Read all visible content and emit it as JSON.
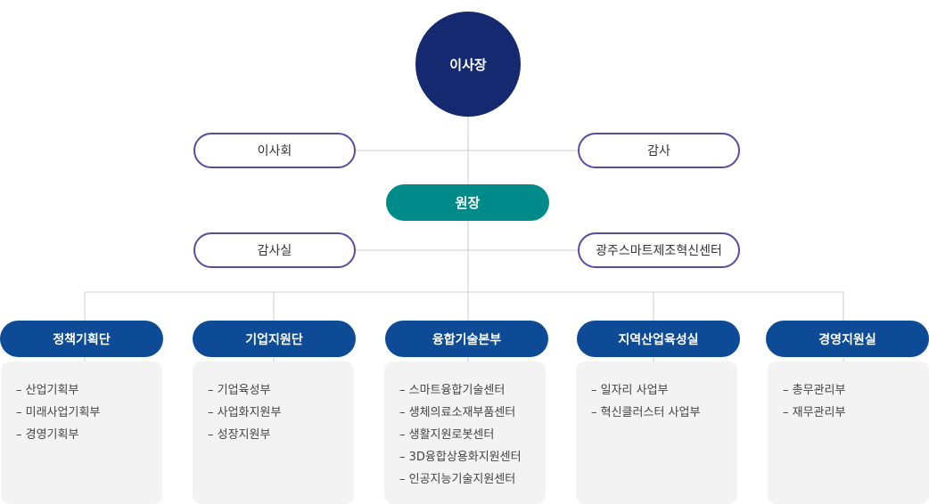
{
  "chairman": "이사장",
  "board": "이사회",
  "auditor": "감사",
  "president": "원장",
  "audit_office": "감사실",
  "smart_center": "광주스마트제조혁신센터",
  "departments": [
    {
      "label": "정책기획단",
      "items": [
        "산업기획부",
        "미래사업기획부",
        "경영기획부"
      ]
    },
    {
      "label": "기업지원단",
      "items": [
        "기업육성부",
        "사업화지원부",
        "성장지원부"
      ]
    },
    {
      "label": "융합기술본부",
      "items": [
        "스마트융합기술센터",
        "생체의료소재부품센터",
        "생활지원로봇센터",
        "3D융합상용화지원센터",
        "인공지능기술지원센터"
      ]
    },
    {
      "label": "지역산업육성실",
      "items": [
        "일자리 사업부",
        "혁신클러스터 사업부"
      ]
    },
    {
      "label": "경영지원실",
      "items": [
        "총무관리부",
        "재무관리부"
      ]
    }
  ],
  "colors": {
    "chairman": "#14296f",
    "president": "#008b8b",
    "department": "#0d4b97",
    "outline": "#5a4aa0",
    "panel": "#f3f3f3",
    "connector": "#cccccc"
  }
}
